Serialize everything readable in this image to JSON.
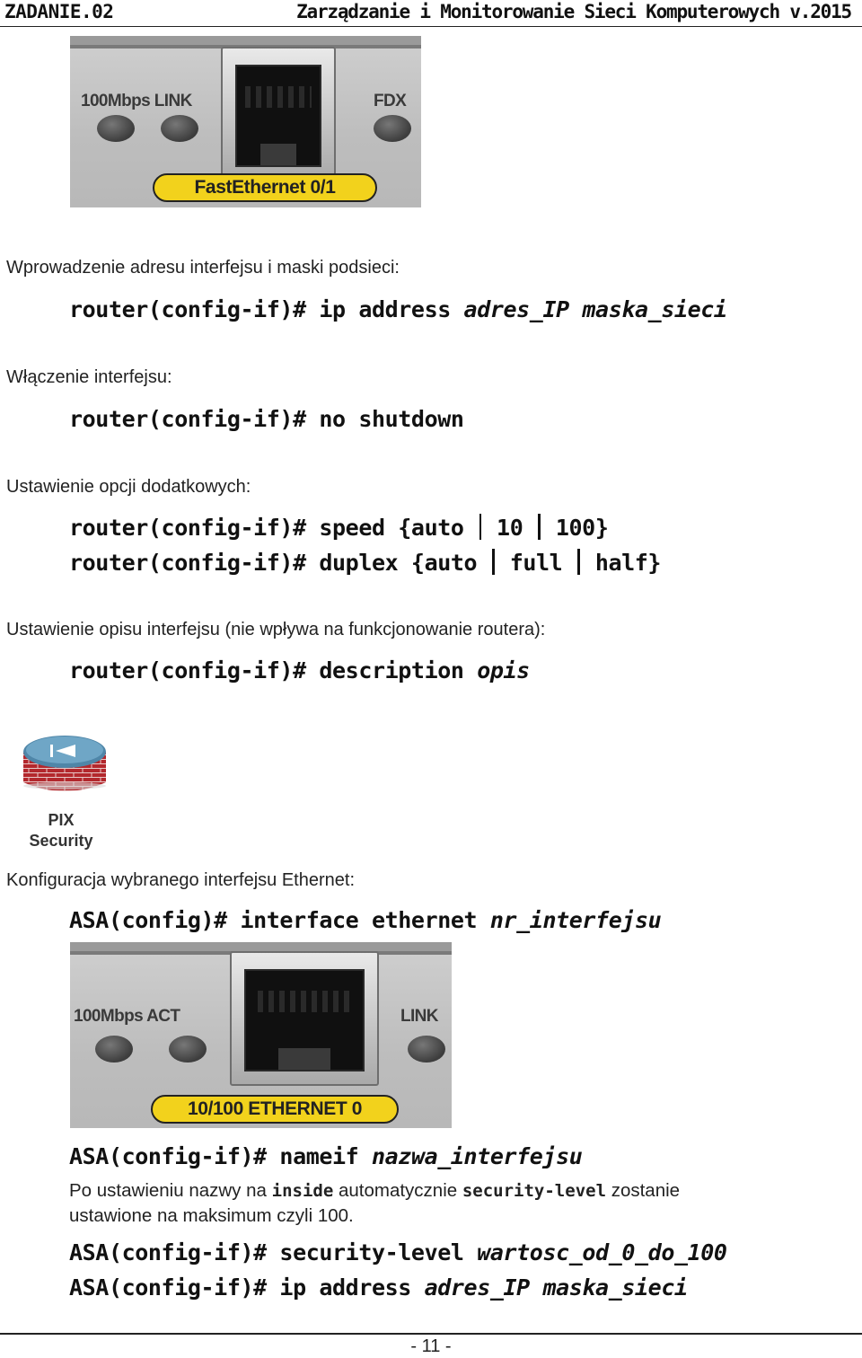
{
  "header": {
    "left": "ZADANIE.02",
    "right": "Zarządzanie i Monitorowanie Sieci Komputerowych v.2015"
  },
  "photo1": {
    "led_left": "100Mbps LINK",
    "led_right": "FDX",
    "port_label": "FastEthernet 0/1"
  },
  "sections": {
    "s1_text": "Wprowadzenie adresu interfejsu i maski podsieci:",
    "s1_prompt": "router(config-if)# ",
    "s1_cmd": "ip address ",
    "s1_arg": "adres_IP maska_sieci",
    "s2_text": "Włączenie interfejsu:",
    "s2_prompt": "router(config-if)# ",
    "s2_cmd": "no shutdown",
    "s3_text": "Ustawienie opcji dodatkowych:",
    "s3_l1_prompt": "router(config-if)# ",
    "s3_l1_a": "speed {auto",
    "s3_l1_b": "10",
    "s3_l1_c": "100}",
    "s3_l2_prompt": "router(config-if)# ",
    "s3_l2_a": "duplex {auto",
    "s3_l2_b": "full",
    "s3_l2_c": "half}",
    "s4_text": "Ustawienie opisu interfejsu (nie wpływa na funkcjonowanie routera):",
    "s4_prompt": "router(config-if)# ",
    "s4_cmd": "description ",
    "s4_arg": "opis"
  },
  "firewall": {
    "label_line1": "PIX",
    "label_line2": "Security"
  },
  "asa": {
    "text": "Konfiguracja wybranego interfejsu Ethernet:",
    "l1_prompt": "ASA(config)# ",
    "l1_cmd": "interface ethernet ",
    "l1_arg": "nr_interfejsu",
    "l2_prompt": "ASA(config-if)# ",
    "l2_cmd": "nameif ",
    "l2_arg": "nazwa_interfejsu",
    "para_a": "Po ustawieniu nazwy na ",
    "para_b": "inside",
    "para_c": " automatycznie ",
    "para_d": "security-level",
    "para_e": " zostanie",
    "para_line2": "ustawione na maksimum czyli 100.",
    "l3_prompt": "ASA(config-if)# ",
    "l3_cmd": "security-level ",
    "l3_arg": "wartosc_od_0_do_100",
    "l4_prompt": "ASA(config-if)# ",
    "l4_cmd": "ip address ",
    "l4_arg": "adres_IP maska_sieci"
  },
  "photo2": {
    "led_left": "100Mbps ACT",
    "led_right": "LINK",
    "port_label": "10/100 ETHERNET 0"
  },
  "footer": {
    "page_number": "- 11 -"
  }
}
